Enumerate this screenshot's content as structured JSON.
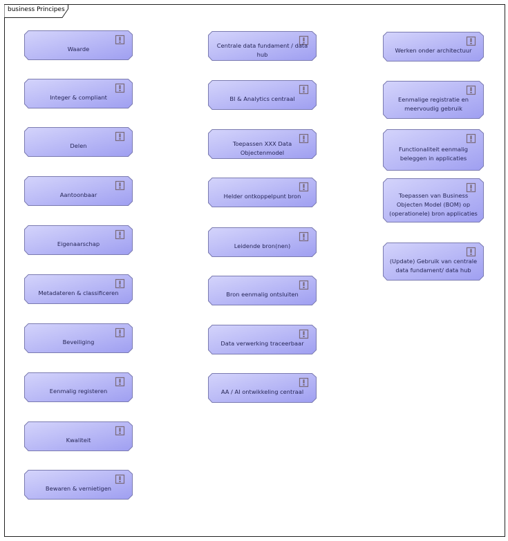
{
  "diagram": {
    "title": "business Principes",
    "colors": {
      "fill_light": "#d4d4fb",
      "fill_dark": "#9f9ff1",
      "border": "#7a7ab0",
      "text": "#262656",
      "icon": "#7a6a78",
      "frame": "#202020"
    },
    "icon_name": "exclamation-box-icon",
    "columns": [
      {
        "items": [
          "Waarde",
          "Integer & compliant",
          "Delen",
          "Aantoonbaar",
          "Eigenaarschap",
          "Metadateren & classificeren",
          "Beveiliging",
          "Eenmalig registeren",
          "Kwaliteit",
          "Bewaren & vernietigen"
        ]
      },
      {
        "items": [
          "Centrale data fundament / data hub",
          "BI & Analytics centraal",
          "Toepassen XXX Data Objectenmodel",
          "Helder ontkoppelpunt bron",
          "Leidende bron(nen)",
          "Bron eenmalig ontsluiten",
          "Data verwerking traceerbaar",
          "AA / AI ontwikkeling centraal"
        ]
      },
      {
        "items": [
          "Werken onder architectuur",
          "Eenmalige registratie en meervoudig gebruik",
          "Functionaliteit eenmalig beleggen in applicaties",
          "Toepassen van Business Objecten Model (BOM) op (operationele) bron applicaties",
          "(Update) Gebruik van centrale data fundament/ data hub"
        ]
      }
    ]
  }
}
